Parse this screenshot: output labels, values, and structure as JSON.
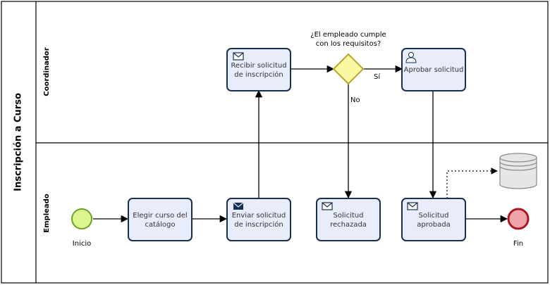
{
  "pool": {
    "label": "Inscripción a Curso"
  },
  "lanes": [
    {
      "id": "coordinador",
      "label": "Coordinador"
    },
    {
      "id": "empleado",
      "label": "Empleado"
    }
  ],
  "events": {
    "start": {
      "label": "Inicio",
      "fill": "#dcf58e",
      "stroke": "#6aa321"
    },
    "end": {
      "label": "Fin",
      "fill": "#f0a3a8",
      "stroke": "#a81a22"
    }
  },
  "tasks": [
    {
      "id": "elegir",
      "lines": [
        "Elegir curso del",
        "catálogo"
      ],
      "icon": ""
    },
    {
      "id": "enviar",
      "lines": [
        "Enviar solicitud",
        "de inscripción"
      ],
      "icon": "send-message-icon"
    },
    {
      "id": "recibir",
      "lines": [
        "Recibir solicitud",
        "de inscripción"
      ],
      "icon": "receive-message-icon"
    },
    {
      "id": "aprobar",
      "lines": [
        "Aprobar solicitud"
      ],
      "icon": "user-task-icon"
    },
    {
      "id": "rechazada",
      "lines": [
        "Solicitud",
        "rechazada"
      ],
      "icon": "message-icon"
    },
    {
      "id": "aprobada",
      "lines": [
        "Solicitud",
        "aprobada"
      ],
      "icon": "message-icon"
    }
  ],
  "gateway": {
    "question": [
      "¿El empleado cumple",
      "con los requisitos?"
    ],
    "yes_label": "Sí",
    "no_label": "No",
    "fill": "#fbf8a4",
    "stroke": "#b3a82b"
  },
  "datastore": {
    "icon": "database-icon"
  },
  "colors": {
    "task_fill": "#e8ecfb",
    "task_stroke": "#17304f",
    "pool_stroke": "#000000"
  }
}
